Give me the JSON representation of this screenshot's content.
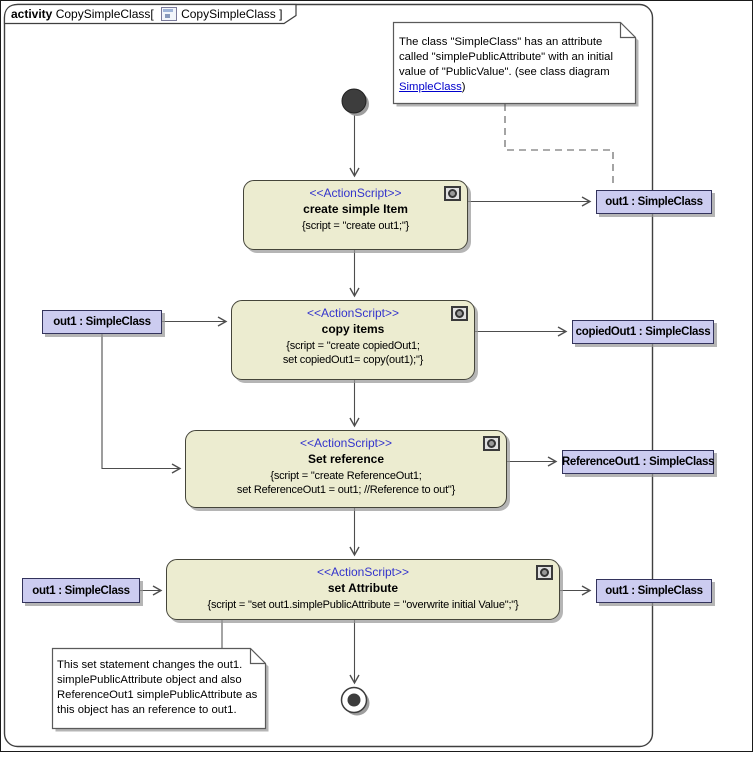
{
  "header": {
    "keyword": "activity",
    "name": " CopySimpleClass[ ",
    "diagram_ref": "CopySimpleClass",
    "bracket": " ]"
  },
  "actions": [
    {
      "stereotype": "<<ActionScript>>",
      "name": "create simple Item",
      "script1": "{script = \"create out1;\"}"
    },
    {
      "stereotype": "<<ActionScript>>",
      "name": "copy items",
      "script1": "{script = \"create copiedOut1;",
      "script2": "set copiedOut1= copy(out1);\"}"
    },
    {
      "stereotype": "<<ActionScript>>",
      "name": "Set reference",
      "script1": "{script = \"create ReferenceOut1;",
      "script2": "set ReferenceOut1 = out1; //Reference to out\"}"
    },
    {
      "stereotype": "<<ActionScript>>",
      "name": "set Attribute",
      "script1": "{script = \"set out1.simplePublicAttribute = \"overwrite initial Value\";\"}"
    }
  ],
  "pins": [
    {
      "label": "out1 : SimpleClass"
    },
    {
      "label": "out1 : SimpleClass"
    },
    {
      "label": "copiedOut1 : SimpleClass"
    },
    {
      "label": "ReferenceOut1 : SimpleClass"
    },
    {
      "label": "out1 : SimpleClass"
    },
    {
      "label": "out1 : SimpleClass"
    }
  ],
  "notes": {
    "top": {
      "before_link": "The class \"SimpleClass\" has an attribute called \"simplePublicAttribute\" with an initial value of \"PublicValue\". (see class diagram ",
      "link": "SimpleClass",
      "after_link": ")"
    },
    "bottom": {
      "text": "This set statement changes the out1. simplePublicAttribute object and also ReferenceOut1 simplePublicAttribute as this object has an reference to out1."
    }
  },
  "colors": {
    "action_fill": "#ececd0",
    "action_border": "#45453a",
    "pin_fill": "#ccccf0",
    "pin_border": "#33335c",
    "stereotype_text": "#3333cc",
    "link_text": "#0000cc",
    "line": "#4d4d4d",
    "note_border": "#5a5a5a"
  }
}
